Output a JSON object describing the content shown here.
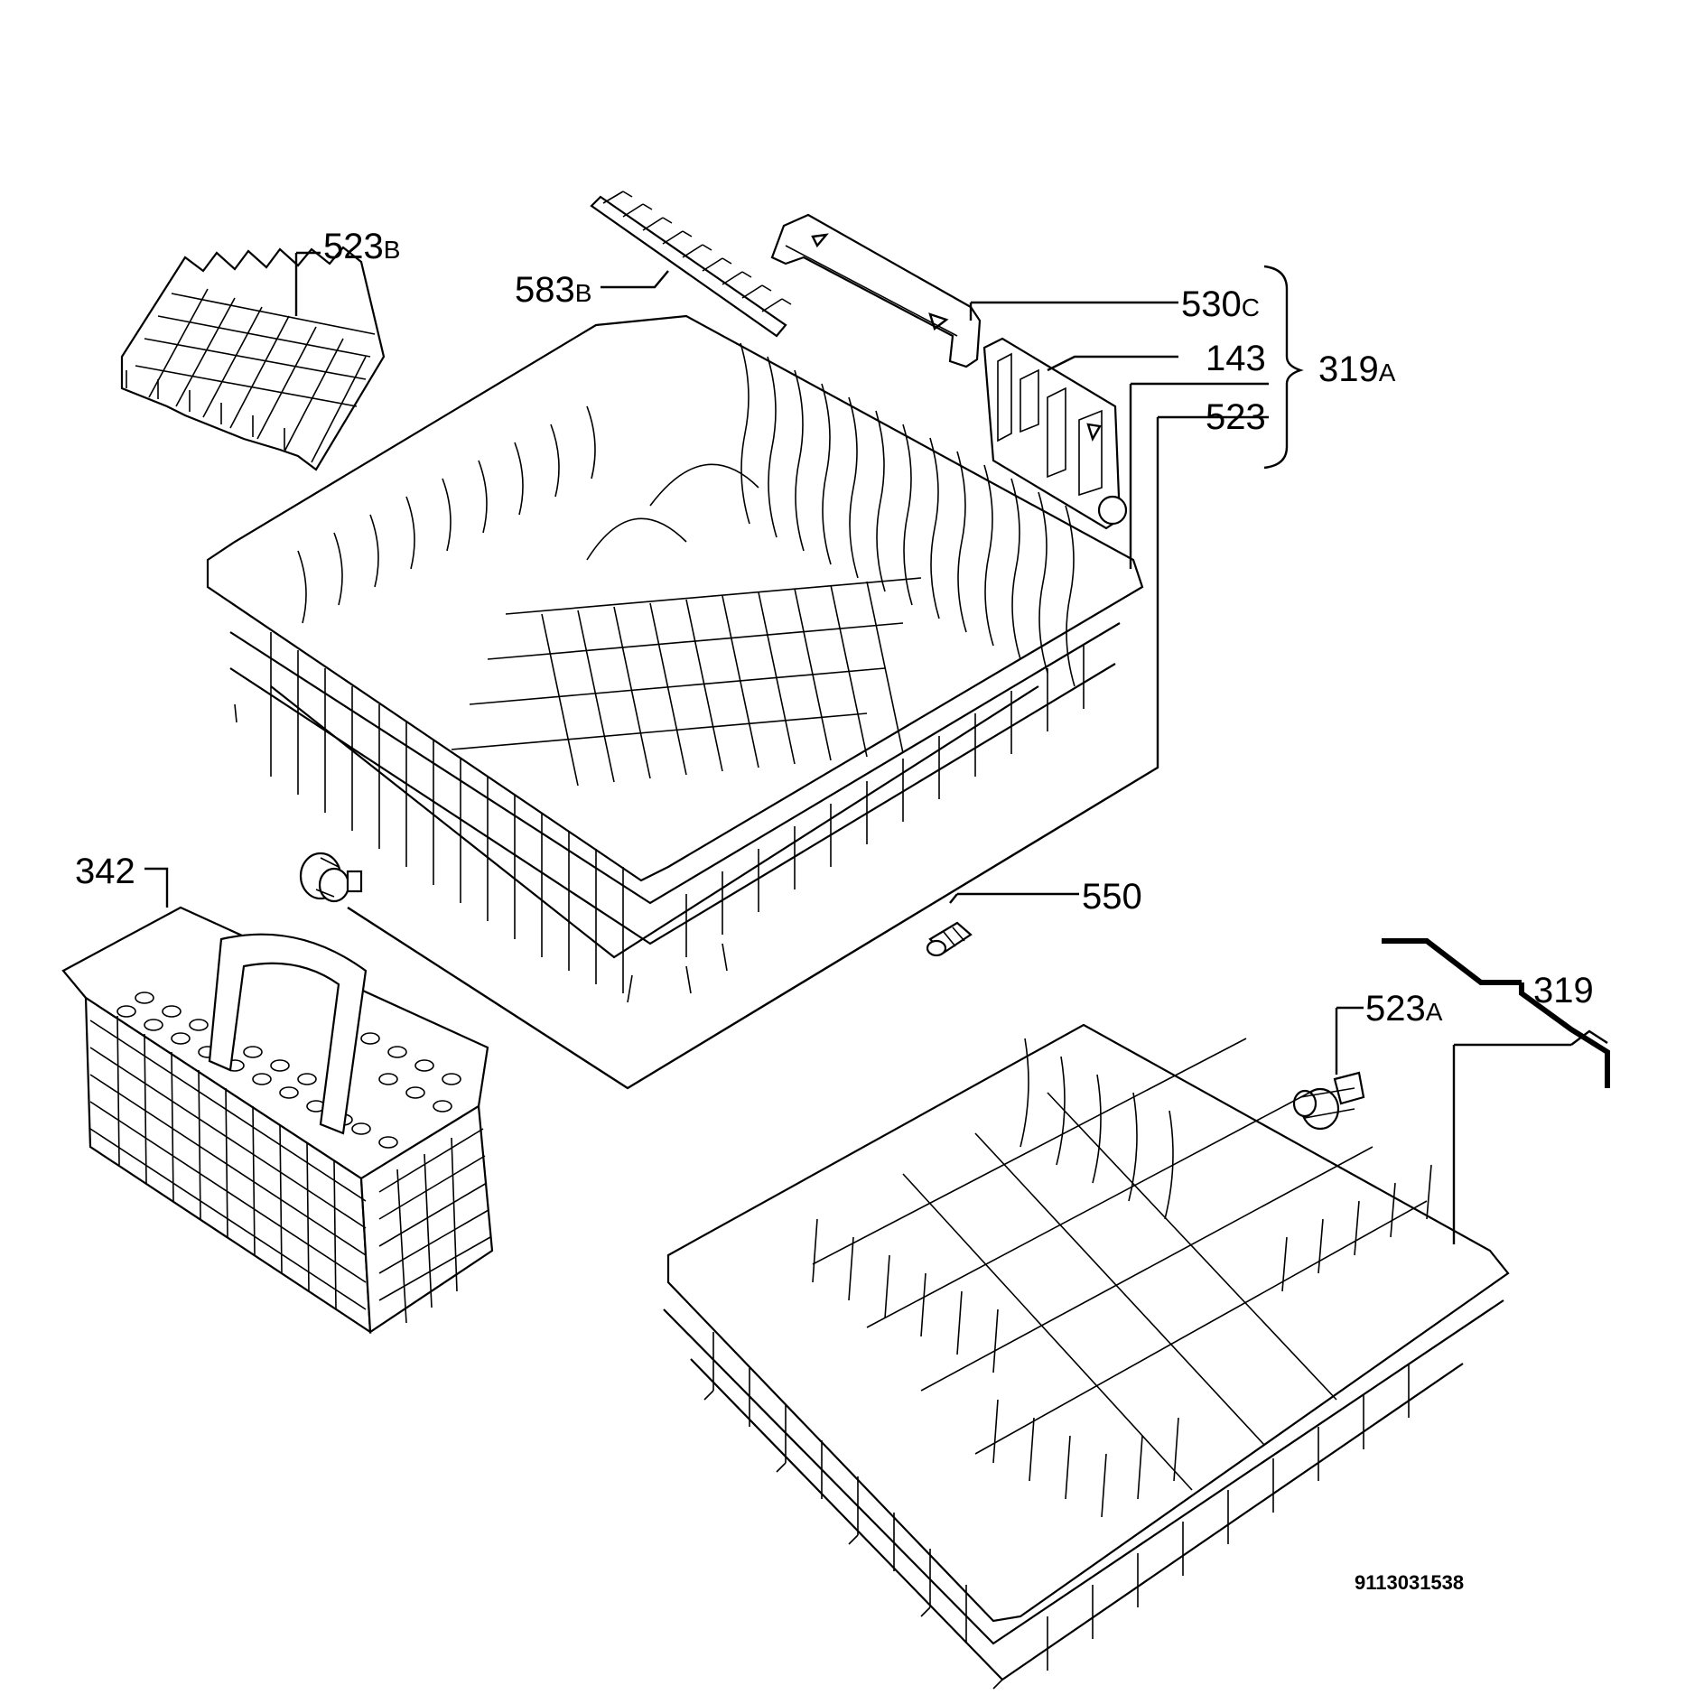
{
  "diagram": {
    "callouts": [
      {
        "id": "523B",
        "main": "523",
        "suffix": "B"
      },
      {
        "id": "583B",
        "main": "583",
        "suffix": "B"
      },
      {
        "id": "530C",
        "main": "530",
        "suffix": "C"
      },
      {
        "id": "143",
        "main": "143",
        "suffix": ""
      },
      {
        "id": "523",
        "main": "523",
        "suffix": ""
      },
      {
        "id": "319A",
        "main": "319",
        "suffix": "A"
      },
      {
        "id": "342",
        "main": "342",
        "suffix": ""
      },
      {
        "id": "550",
        "main": "550",
        "suffix": ""
      },
      {
        "id": "523A",
        "main": "523",
        "suffix": "A"
      },
      {
        "id": "319",
        "main": "319",
        "suffix": ""
      }
    ],
    "document_number": "9113031538"
  }
}
